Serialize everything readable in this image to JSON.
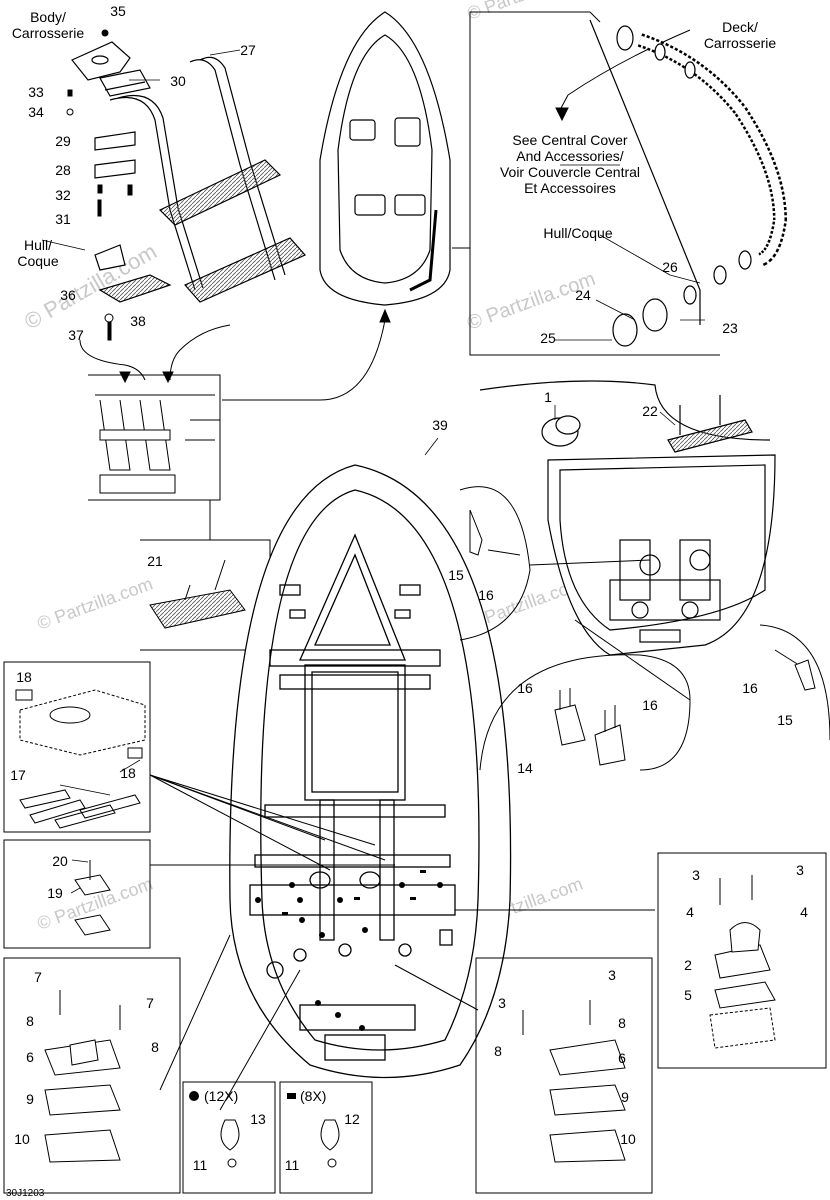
{
  "labels": {
    "body_carrosserie": [
      "Body/",
      "Carrosserie"
    ],
    "deck_carrosserie": [
      "Deck/",
      "Carrosserie"
    ],
    "hull_coque_left": [
      "Hull/",
      "Coque"
    ],
    "hull_coque_right": "Hull/Coque",
    "see_central_cover": [
      "See Central Cover",
      "And Accessories/",
      "Voir Couvercle Central",
      "Et Accessoires"
    ],
    "clip_round_qty": "(12X)",
    "clip_square_qty": "(8X)",
    "drawing_code": "30J1203"
  },
  "watermark": "© Partzilla.com",
  "callouts": [
    {
      "id": "c35",
      "text": "35"
    },
    {
      "id": "c33",
      "text": "33"
    },
    {
      "id": "c34",
      "text": "34"
    },
    {
      "id": "c30",
      "text": "30"
    },
    {
      "id": "c27",
      "text": "27"
    },
    {
      "id": "c29",
      "text": "29"
    },
    {
      "id": "c28",
      "text": "28"
    },
    {
      "id": "c32",
      "text": "32"
    },
    {
      "id": "c31",
      "text": "31"
    },
    {
      "id": "c36",
      "text": "36"
    },
    {
      "id": "c37",
      "text": "37"
    },
    {
      "id": "c38",
      "text": "38"
    },
    {
      "id": "c26",
      "text": "26"
    },
    {
      "id": "c24",
      "text": "24"
    },
    {
      "id": "c25",
      "text": "25"
    },
    {
      "id": "c23",
      "text": "23"
    },
    {
      "id": "c1",
      "text": "1"
    },
    {
      "id": "c22",
      "text": "22"
    },
    {
      "id": "c39",
      "text": "39"
    },
    {
      "id": "c15a",
      "text": "15"
    },
    {
      "id": "c16a",
      "text": "16"
    },
    {
      "id": "c21",
      "text": "21"
    },
    {
      "id": "c16b",
      "text": "16"
    },
    {
      "id": "c16c",
      "text": "16"
    },
    {
      "id": "c14",
      "text": "14"
    },
    {
      "id": "c16d",
      "text": "16"
    },
    {
      "id": "c15b",
      "text": "15"
    },
    {
      "id": "c18a",
      "text": "18"
    },
    {
      "id": "c18b",
      "text": "18"
    },
    {
      "id": "c17",
      "text": "17"
    },
    {
      "id": "c20",
      "text": "20"
    },
    {
      "id": "c19",
      "text": "19"
    },
    {
      "id": "c3a",
      "text": "3"
    },
    {
      "id": "c3b",
      "text": "3"
    },
    {
      "id": "c4a",
      "text": "4"
    },
    {
      "id": "c4b",
      "text": "4"
    },
    {
      "id": "c2",
      "text": "2"
    },
    {
      "id": "c5",
      "text": "5"
    },
    {
      "id": "c7a",
      "text": "7"
    },
    {
      "id": "c7b",
      "text": "7"
    },
    {
      "id": "c8a",
      "text": "8"
    },
    {
      "id": "c8b",
      "text": "8"
    },
    {
      "id": "c6a",
      "text": "6"
    },
    {
      "id": "c9a",
      "text": "9"
    },
    {
      "id": "c10a",
      "text": "10"
    },
    {
      "id": "c3c",
      "text": "3"
    },
    {
      "id": "c3d",
      "text": "3"
    },
    {
      "id": "c8c",
      "text": "8"
    },
    {
      "id": "c8d",
      "text": "8"
    },
    {
      "id": "c6b",
      "text": "6"
    },
    {
      "id": "c9b",
      "text": "9"
    },
    {
      "id": "c10b",
      "text": "10"
    },
    {
      "id": "c13",
      "text": "13"
    },
    {
      "id": "c11a",
      "text": "11"
    },
    {
      "id": "c12",
      "text": "12"
    },
    {
      "id": "c11b",
      "text": "11"
    }
  ],
  "colors": {
    "ink": "#000000",
    "watermark": "#c8c8c8",
    "hatch": "#555555"
  }
}
